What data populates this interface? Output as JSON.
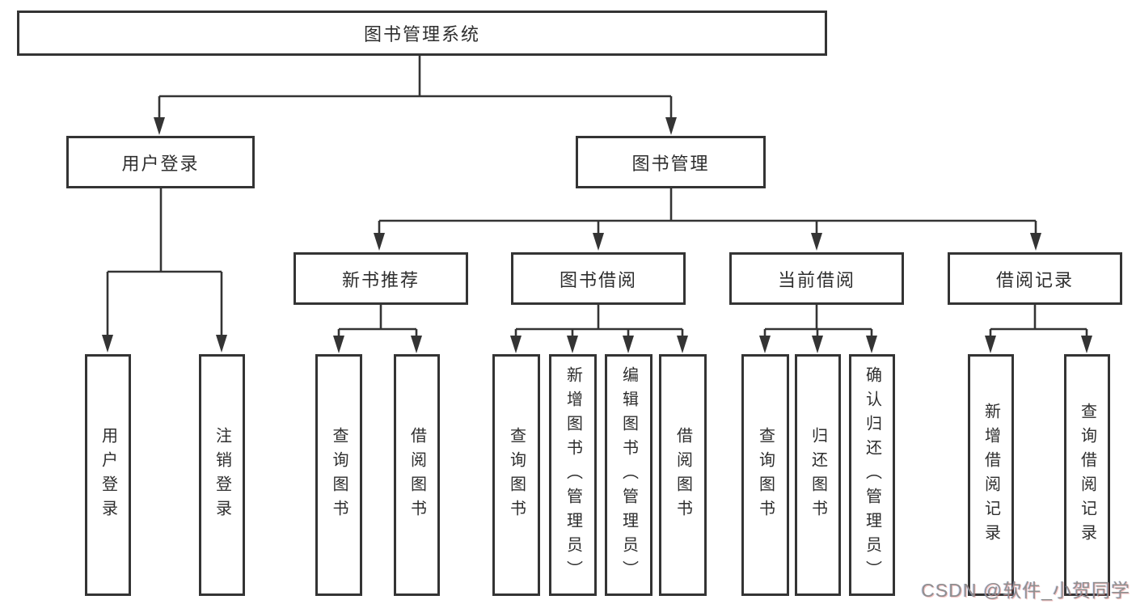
{
  "tree": {
    "label": "图书管理系统",
    "children": [
      {
        "label": "用户登录",
        "children": [
          {
            "label": "用户登录"
          },
          {
            "label": "注销登录"
          }
        ]
      },
      {
        "label": "图书管理",
        "children": [
          {
            "label": "新书推荐",
            "children": [
              {
                "label": "查询图书"
              },
              {
                "label": "借阅图书"
              }
            ]
          },
          {
            "label": "图书借阅",
            "children": [
              {
                "label": "查询图书"
              },
              {
                "label": "新增图书（管理员）"
              },
              {
                "label": "编辑图书（管理员）"
              },
              {
                "label": "借阅图书"
              }
            ]
          },
          {
            "label": "当前借阅",
            "children": [
              {
                "label": "查询图书"
              },
              {
                "label": "归还图书"
              },
              {
                "label": "确认归还（管理员）"
              }
            ]
          },
          {
            "label": "借阅记录",
            "children": [
              {
                "label": "新增借阅记录"
              },
              {
                "label": "查询借阅记录"
              }
            ]
          }
        ]
      }
    ]
  },
  "watermark": {
    "text": "CSDN @软件_小贺同学"
  },
  "colors": {
    "line": "#343434",
    "box_border": "#343434",
    "text": "#2e2e2e",
    "background": "#ffffff",
    "watermark": "#8f8f8f"
  }
}
